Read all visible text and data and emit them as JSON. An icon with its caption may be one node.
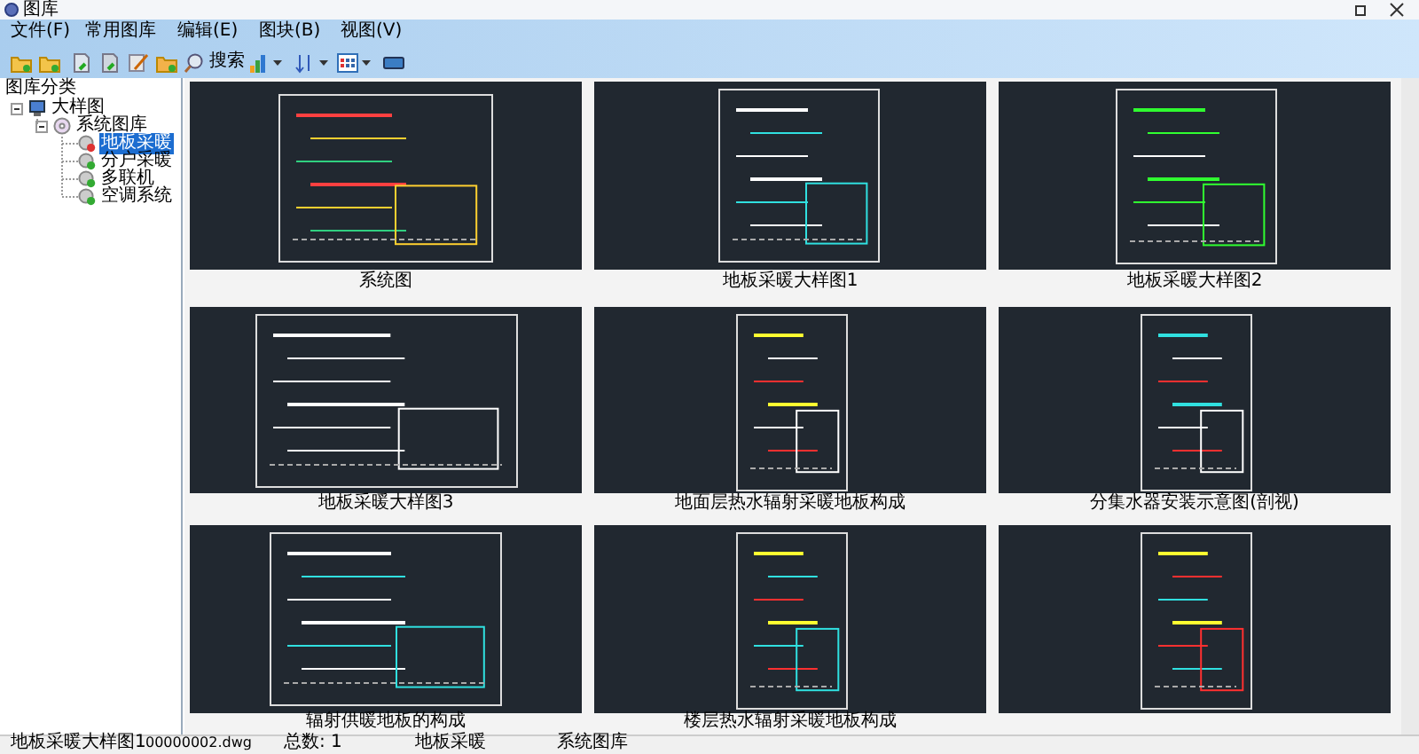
{
  "diagram": {
    "title": "图库",
    "nodes": [
      {
        "text": [
          "大样图"
        ]
      },
      {
        "text": [
          "系统图库"
        ]
      },
      {
        "text": [
          "地板采暖"
        ]
      },
      {
        "text": [
          "分户采暖"
        ]
      },
      {
        "text": [
          "多联机"
        ]
      },
      {
        "text": [
          "空调系统"
        ]
      }
    ],
    "edges": [
      {
        "from": 0,
        "to": 1,
        "arrow": "none"
      },
      {
        "from": 1,
        "to": 2,
        "arrow": "none"
      },
      {
        "from": 1,
        "to": 3,
        "arrow": "none"
      },
      {
        "from": 1,
        "to": 4,
        "arrow": "none"
      },
      {
        "from": 1,
        "to": 5,
        "arrow": "none"
      }
    ],
    "labels": [
      "文件(F)",
      "常用图库",
      "编辑(E)",
      "图块(B)",
      "视图(V)",
      "搜索",
      "图库分类",
      "系统图",
      "地板采暖大样图1",
      "地板采暖大样图2",
      "地板采暖大样图3",
      "地面层热水辐射采暖地板构成",
      "分集水器安装示意图(剖视)",
      "辐射供暖地板的构成",
      "楼层热水辐射采暖地板构成",
      "地板采暖大样图1",
      "00000002.dwg",
      "总数: 1",
      "地板采暖",
      "系统图库"
    ]
  }
}
